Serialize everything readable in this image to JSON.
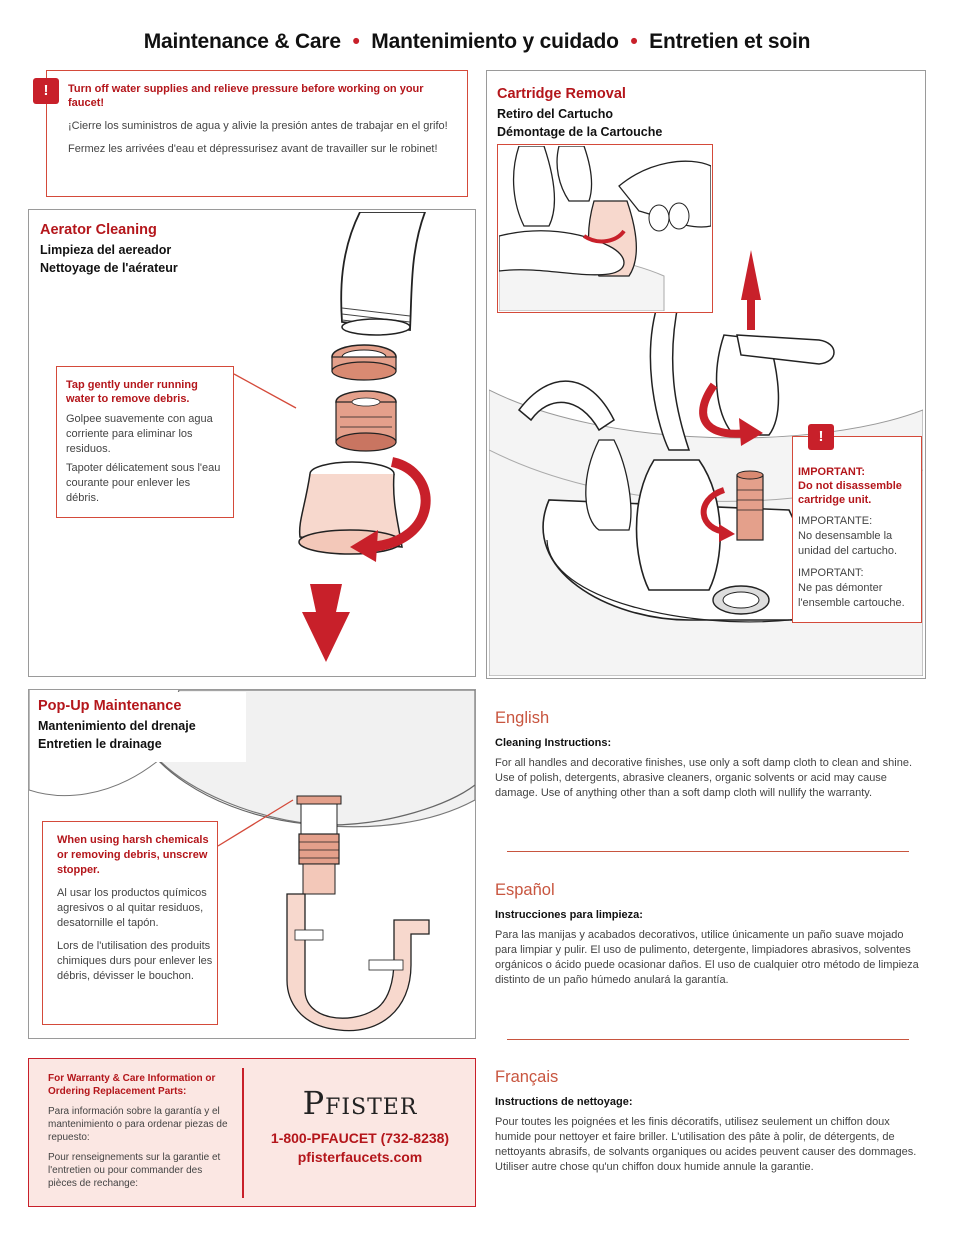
{
  "header": {
    "title_en": "Maintenance & Care",
    "title_es": "Mantenimiento y cuidado",
    "title_fr": "Entretien et soin",
    "separator": "•"
  },
  "warning": {
    "icon": "!",
    "en": "Turn off water supplies and relieve pressure before working on your faucet!",
    "es": "¡Cierre los suministros de agua y alivie la presión antes de trabajar en el grifo!",
    "fr": "Fermez les arrivées d'eau et dépressurisez avant de travailler sur le robinet!"
  },
  "aerator": {
    "heading": "Aerator Cleaning",
    "es": "Limpieza del aereador",
    "fr": "Nettoyage de l'aérateur",
    "note_en": "Tap gently under running water to remove debris.",
    "note_es": "Golpee suavemente con agua corriente para eliminar los residuos.",
    "note_fr": "Tapoter délicatement sous l'eau courante pour enlever les débris."
  },
  "cartridge": {
    "heading": "Cartridge Removal",
    "es": "Retiro del Cartucho",
    "fr": "Démontage de la Cartouche",
    "icon": "!",
    "important_en_1": "IMPORTANT:",
    "important_en_2": "Do not disassemble cartridge unit.",
    "important_es_1": "IMPORTANTE:",
    "important_es_2": "No desensamble la unidad del cartucho.",
    "important_fr_1": "IMPORTANT:",
    "important_fr_2": "Ne pas démonter l'ensemble cartouche."
  },
  "popup": {
    "heading": "Pop-Up Maintenance",
    "es": "Mantenimiento del drenaje",
    "fr": "Entretien le drainage",
    "note_en": "When using harsh chemicals or removing debris, unscrew stopper.",
    "note_es": "Al usar los productos químicos agresivos o al quitar residuos, desatornille el tapón.",
    "note_fr": "Lors de l'utilisation des produits chimiques durs pour enlever les débris, dévisser le bouchon."
  },
  "cleaning": {
    "english": {
      "lang": "English",
      "sub": "Cleaning Instructions:",
      "body": "For all handles and decorative finishes, use only a soft damp cloth to clean and shine. Use of polish, detergents, abrasive cleaners, organic solvents or acid may cause damage. Use of anything other than a soft damp cloth will nullify the warranty."
    },
    "spanish": {
      "lang": "Español",
      "sub": "Instrucciones para limpieza:",
      "body": "Para las manijas y acabados decorativos, utilice únicamente un paño suave mojado para limpiar y pulir. El uso de pulimento, detergente, limpiadores abrasivos, solventes orgánicos o ácido puede ocasionar daños. El uso de cualquier otro método de limpieza distinto de un paño húmedo anulará la garantía."
    },
    "french": {
      "lang": "Français",
      "sub": "Instructions de nettoyage:",
      "body": "Pour toutes les poignées et les finis décoratifs, utilisez seulement un chiffon doux humide pour nettoyer et faire briller. L'utilisation des pâte à polir, de détergents, de nettoyants abrasifs, de solvants organiques ou acides peuvent causer des dommages. Utiliser autre chose qu'un chiffon doux humide annule la garantie."
    }
  },
  "footer": {
    "en": "For Warranty & Care Information or Ordering Replacement Parts:",
    "es": "Para información sobre la garantía y el mantenimiento o para ordenar piezas de repuesto:",
    "fr": "Pour renseignements sur la garantie et l'entretien ou pour commander des pièces de rechange:",
    "brand": "Pfister",
    "phone": "1-800-PFAUCET (732-8238)",
    "website": "pfisterfaucets.com"
  }
}
